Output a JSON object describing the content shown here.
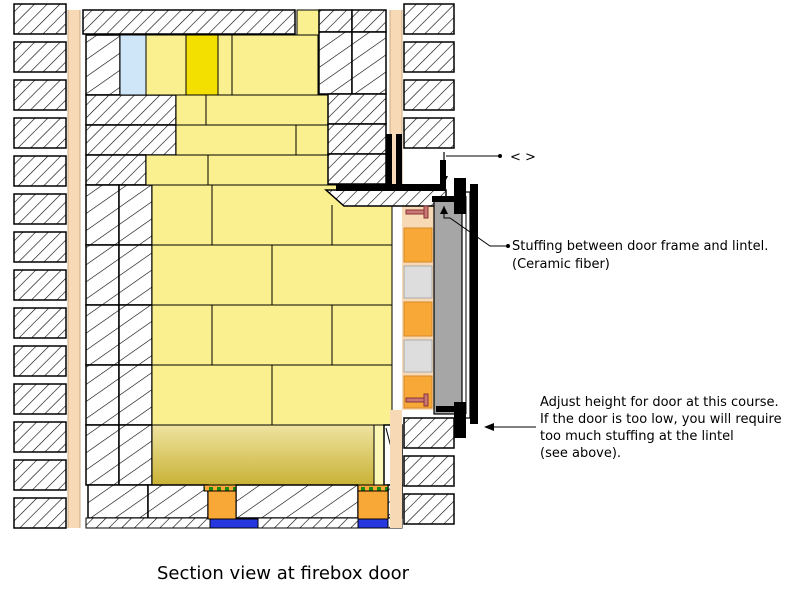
{
  "caption": "Section view at firebox door",
  "annotations": {
    "top_marker": "< >",
    "stuffing_line1": "Stuffing between door frame and lintel.",
    "stuffing_line2": "(Ceramic fiber)",
    "adjust_line1": "Adjust height for door at this course.",
    "adjust_line2": "If the door is too low, you will require",
    "adjust_line3": "too much stuffing at the lintel",
    "adjust_line4": "(see above)."
  },
  "colors": {
    "firebrick": "#fbf08f",
    "firebrick_light": "#fdf7b5",
    "firebrick_dark": "#f7e150",
    "gold": "#f3e000",
    "light_blue": "#cfe6f8",
    "mortar_gap": "#f8d9b6",
    "cleanout_top": "#ead98a",
    "cleanout_bottom": "#c8b030",
    "orange": "#f8a836",
    "blue": "#2637e0",
    "door_glass": "#a6a6a6",
    "grey_block": "#dddddd",
    "black": "#000000"
  },
  "icons": {
    "hatched_brick": "diagonal-hatch-brick-icon",
    "bolt": "bolt-icon",
    "arrow": "arrowhead-icon"
  }
}
